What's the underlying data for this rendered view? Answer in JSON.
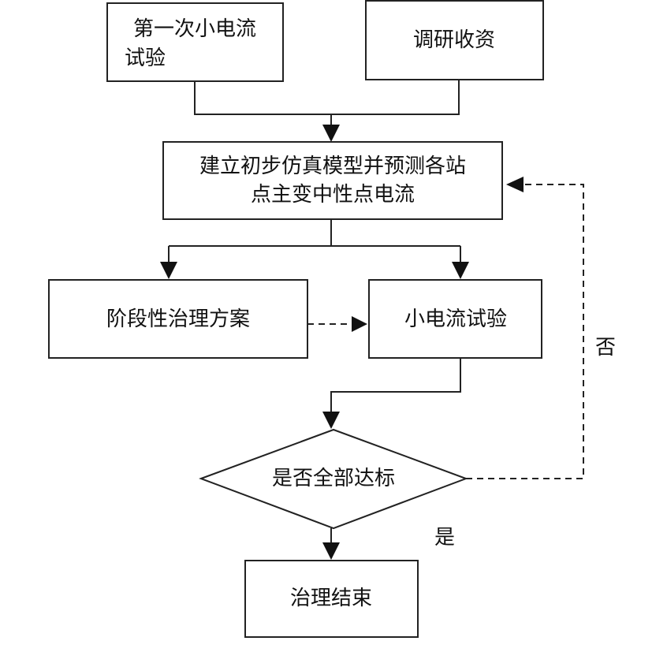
{
  "nodes": {
    "first_test": {
      "line1": "第一次小电流",
      "line2": "试验"
    },
    "research": {
      "text": "调研收资"
    },
    "model": {
      "line1": "建立初步仿真模型并预测各站",
      "line2": "点主变中性点电流"
    },
    "plan": {
      "text": "阶段性治理方案"
    },
    "small_test": {
      "text": "小电流试验"
    },
    "decision": {
      "text": "是否全部达标"
    },
    "end": {
      "text": "治理结束"
    }
  },
  "edges": {
    "no_label": "否",
    "yes_label": "是"
  }
}
